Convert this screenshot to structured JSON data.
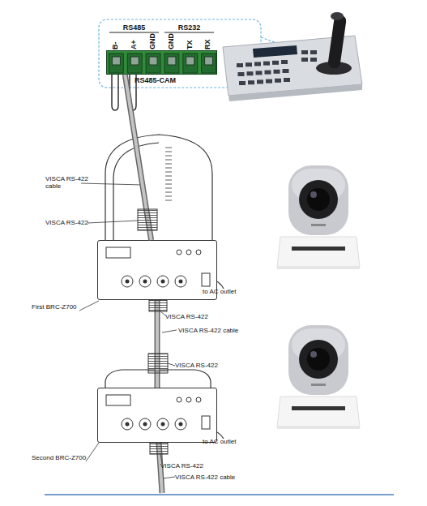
{
  "diagram": {
    "nodes": [
      {
        "text": [
          "RS485-CAM"
        ]
      },
      {
        "text": [
          "First BRC-Z700"
        ]
      },
      {
        "text": [
          "Second BRC-Z700"
        ]
      }
    ],
    "edges": [
      {
        "from": 0,
        "to": 1,
        "arrow": "none"
      },
      {
        "from": 1,
        "to": 2,
        "arrow": "none"
      }
    ],
    "labels": [
      "RS485",
      "RS232",
      "B-",
      "A+",
      "GND",
      "GND",
      "TX",
      "RX",
      "VISCA RS-422 cable",
      "VISCA RS-422",
      "VISCA RS-422",
      "to AC outlet",
      "VISCA RS-422 cable",
      "VISCA RS-422",
      "VISCA RS-422",
      "to AC outlet",
      "VISCA RS-422 cable"
    ]
  }
}
